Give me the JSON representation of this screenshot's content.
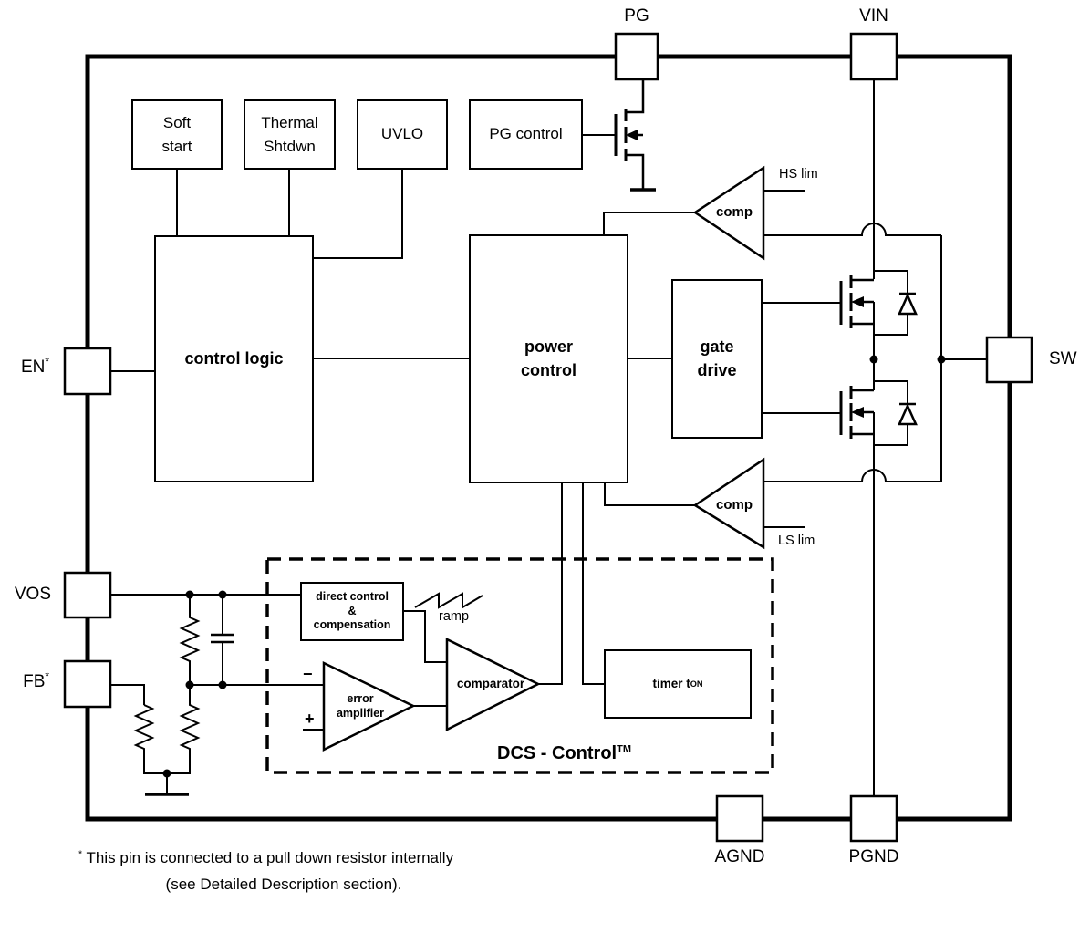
{
  "pins": {
    "pg": "PG",
    "vin": "VIN",
    "sw": "SW",
    "agnd": "AGND",
    "pgnd": "PGND",
    "en_base": "EN",
    "en_sup": "*",
    "vos": "VOS",
    "fb_base": "FB",
    "fb_sup": "*"
  },
  "blocks": {
    "soft_start": "Soft\nstart",
    "thermal_shtdwn": "Thermal\nShtdwn",
    "uvlo": "UVLO",
    "pg_control": "PG control",
    "control_logic": "control logic",
    "power_control": "power\ncontrol",
    "gate_drive": "gate\ndrive",
    "direct_control": "direct control\n&\ncompensation",
    "error_amplifier": "error\namplifier",
    "comparator": "comparator",
    "timer_main": "timer t",
    "timer_sub": "ON"
  },
  "comparators": {
    "hs_label": "comp",
    "ls_label": "comp",
    "hs_lim": "HS lim",
    "ls_lim": "LS lim"
  },
  "annotations": {
    "ramp": "ramp",
    "minus": "−",
    "plus": "+",
    "dcs_main": "DCS - Control",
    "dcs_sup": "TM"
  },
  "footnote": {
    "sup": "*",
    "line1": " This pin is connected to a pull down resistor internally",
    "line2": "(see Detailed Description section)."
  },
  "colors": {
    "line": "#000000",
    "background": "#ffffff"
  }
}
